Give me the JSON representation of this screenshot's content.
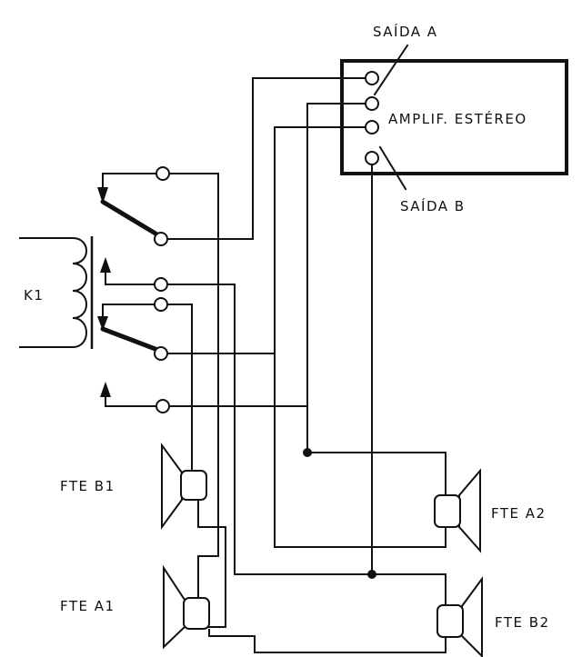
{
  "labels": {
    "saida_a": "SAÍDA A",
    "saida_b": "SAÍDA B",
    "amplifier": "AMPLIF. ESTÉREO",
    "relay": "K1",
    "speaker_b1": "FTE B1",
    "speaker_a1": "FTE A1",
    "speaker_a2": "FTE A2",
    "speaker_b2": "FTE B2"
  },
  "colors": {
    "ink": "#111111",
    "background": "#ffffff"
  }
}
